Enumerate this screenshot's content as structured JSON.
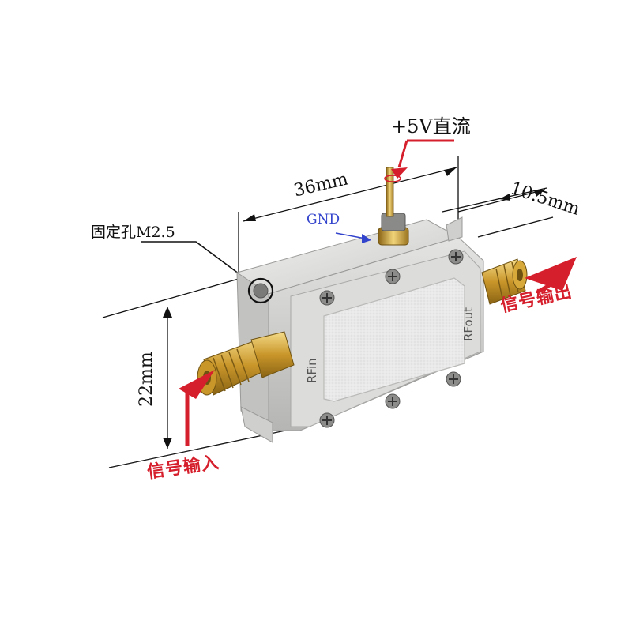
{
  "labels": {
    "power": "+5V直流",
    "gnd": "GND",
    "mount_hole": "固定孔M2.5",
    "width": "36mm",
    "depth": "10.5mm",
    "height": "22mm",
    "input": "信号输入",
    "output": "信号输出",
    "rf_in": "RFin",
    "rf_out": "RFout"
  },
  "colors": {
    "accent_red": "#d61f2c",
    "gnd_blue": "#3344cc",
    "body_silver": "#d8d8d6",
    "connector_gold": "#d7a93a"
  }
}
